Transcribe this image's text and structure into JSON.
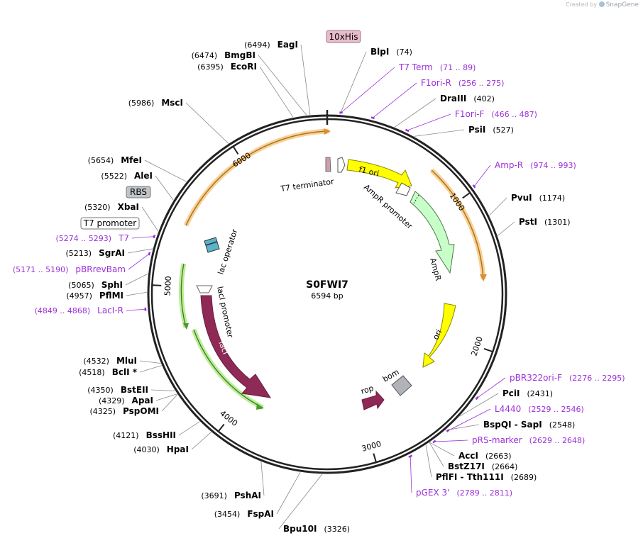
{
  "credit": {
    "prefix": "Created by",
    "brand": "SnapGene"
  },
  "plasmid": {
    "name": "S0FWI7",
    "length_label": "6594 bp",
    "length": 6594
  },
  "colors": {
    "enzyme_text": "#000000",
    "primer_text": "#9b30d9",
    "backbone": "#222222",
    "orf_fill": "#8e2a55",
    "ori_fill": "#ffff00",
    "promoter_fill": "#c8ffc8",
    "green_arrow": "#8bc34a",
    "orange_arrow": "#f0a030",
    "tag_fill": "#e8bccb",
    "rbs_fill": "#c0c4c8"
  },
  "ticks": [
    {
      "pos": 1000,
      "label": "1000"
    },
    {
      "pos": 2000,
      "label": "2000"
    },
    {
      "pos": 3000,
      "label": "3000"
    },
    {
      "pos": 4000,
      "label": "4000"
    },
    {
      "pos": 5000,
      "label": "5000"
    },
    {
      "pos": 6000,
      "label": "6000"
    }
  ],
  "enzymes": [
    {
      "pos": 6494,
      "num": "(6494)",
      "name": "EagI",
      "side": "left"
    },
    {
      "pos": 6474,
      "num": "(6474)",
      "name": "BmgBI",
      "side": "left"
    },
    {
      "pos": 6395,
      "num": "(6395)",
      "name": "EcoRI",
      "side": "left"
    },
    {
      "pos": 74,
      "num": "(74)",
      "name": "BlpI",
      "side": "right"
    },
    {
      "pos": 402,
      "num": "(402)",
      "name": "DraIII",
      "side": "right"
    },
    {
      "pos": 527,
      "num": "(527)",
      "name": "PsiI",
      "side": "right"
    },
    {
      "pos": 1174,
      "num": "(1174)",
      "name": "PvuI",
      "side": "right"
    },
    {
      "pos": 1301,
      "num": "(1301)",
      "name": "PstI",
      "side": "right"
    },
    {
      "pos": 2431,
      "num": "(2431)",
      "name": "PciI",
      "side": "right"
    },
    {
      "pos": 2548,
      "num": "(2548)",
      "name": "BspQI - SapI",
      "side": "right"
    },
    {
      "pos": 2663,
      "num": "(2663)",
      "name": "AccI",
      "side": "right"
    },
    {
      "pos": 2664,
      "num": "(2664)",
      "name": "BstZ17I",
      "side": "right"
    },
    {
      "pos": 2689,
      "num": "(2689)",
      "name": "PflFI - Tth111I",
      "side": "right"
    },
    {
      "pos": 3326,
      "num": "(3326)",
      "name": "Bpu10I",
      "side": "right"
    },
    {
      "pos": 3454,
      "num": "(3454)",
      "name": "FspAI",
      "side": "left"
    },
    {
      "pos": 3691,
      "num": "(3691)",
      "name": "PshAI",
      "side": "left"
    },
    {
      "pos": 4030,
      "num": "(4030)",
      "name": "HpaI",
      "side": "left"
    },
    {
      "pos": 4121,
      "num": "(4121)",
      "name": "BssHII",
      "side": "left"
    },
    {
      "pos": 4325,
      "num": "(4325)",
      "name": "PspOMI",
      "side": "left"
    },
    {
      "pos": 4329,
      "num": "(4329)",
      "name": "ApaI",
      "side": "left"
    },
    {
      "pos": 4350,
      "num": "(4350)",
      "name": "BstEII",
      "side": "left"
    },
    {
      "pos": 4518,
      "num": "(4518)",
      "name": "BclI *",
      "side": "left"
    },
    {
      "pos": 4532,
      "num": "(4532)",
      "name": "MluI",
      "side": "left"
    },
    {
      "pos": 4957,
      "num": "(4957)",
      "name": "PflMI",
      "side": "left"
    },
    {
      "pos": 5065,
      "num": "(5065)",
      "name": "SphI",
      "side": "left"
    },
    {
      "pos": 5213,
      "num": "(5213)",
      "name": "SgrAI",
      "side": "left"
    },
    {
      "pos": 5320,
      "num": "(5320)",
      "name": "XbaI",
      "side": "left"
    },
    {
      "pos": 5522,
      "num": "(5522)",
      "name": "AleI",
      "side": "left"
    },
    {
      "pos": 5654,
      "num": "(5654)",
      "name": "MfeI",
      "side": "left"
    },
    {
      "pos": 5986,
      "num": "(5986)",
      "name": "MscI",
      "side": "left"
    }
  ],
  "primers": [
    {
      "start": 71,
      "end": 89,
      "name": "T7 Term",
      "range": "(71 .. 89)",
      "side": "right"
    },
    {
      "start": 256,
      "end": 275,
      "name": "F1ori-R",
      "range": "(256 .. 275)",
      "side": "right"
    },
    {
      "start": 466,
      "end": 487,
      "name": "F1ori-F",
      "range": "(466 .. 487)",
      "side": "right"
    },
    {
      "start": 974,
      "end": 993,
      "name": "Amp-R",
      "range": "(974 .. 993)",
      "side": "right"
    },
    {
      "start": 2276,
      "end": 2295,
      "name": "pBR322ori-F",
      "range": "(2276 .. 2295)",
      "side": "right"
    },
    {
      "start": 2529,
      "end": 2546,
      "name": "L4440",
      "range": "(2529 .. 2546)",
      "side": "right"
    },
    {
      "start": 2629,
      "end": 2648,
      "name": "pRS-marker",
      "range": "(2629 .. 2648)",
      "side": "right"
    },
    {
      "start": 2789,
      "end": 2811,
      "name": "pGEX 3'",
      "range": "(2789 .. 2811)",
      "side": "right"
    },
    {
      "start": 4849,
      "end": 4868,
      "name": "LacI-R",
      "range": "(4849 .. 4868)",
      "side": "left"
    },
    {
      "start": 5171,
      "end": 5190,
      "name": "pBRrevBam",
      "range": "(5171 .. 5190)",
      "side": "left"
    },
    {
      "start": 5274,
      "end": 5293,
      "name": "T7",
      "range": "(5274 .. 5293)",
      "side": "left"
    }
  ],
  "boxed_labels": [
    {
      "text": "10xHis",
      "style": "tag"
    },
    {
      "text": "RBS",
      "style": "gray"
    },
    {
      "text": "T7 promoter",
      "style": "white"
    }
  ],
  "features": [
    {
      "name": "f1 ori",
      "label": "f1 ori"
    },
    {
      "name": "AmpR promoter",
      "label": "AmpR promoter"
    },
    {
      "name": "AmpR",
      "label": "AmpR"
    },
    {
      "name": "ori",
      "label": "ori"
    },
    {
      "name": "bom",
      "label": "bom"
    },
    {
      "name": "rop",
      "label": "rop"
    },
    {
      "name": "lacI",
      "label": "lacI"
    },
    {
      "name": "lacI promoter",
      "label": "lacI promoter"
    },
    {
      "name": "lac operator",
      "label": "lac operator"
    },
    {
      "name": "T7 terminator",
      "label": "T7 terminator"
    }
  ]
}
